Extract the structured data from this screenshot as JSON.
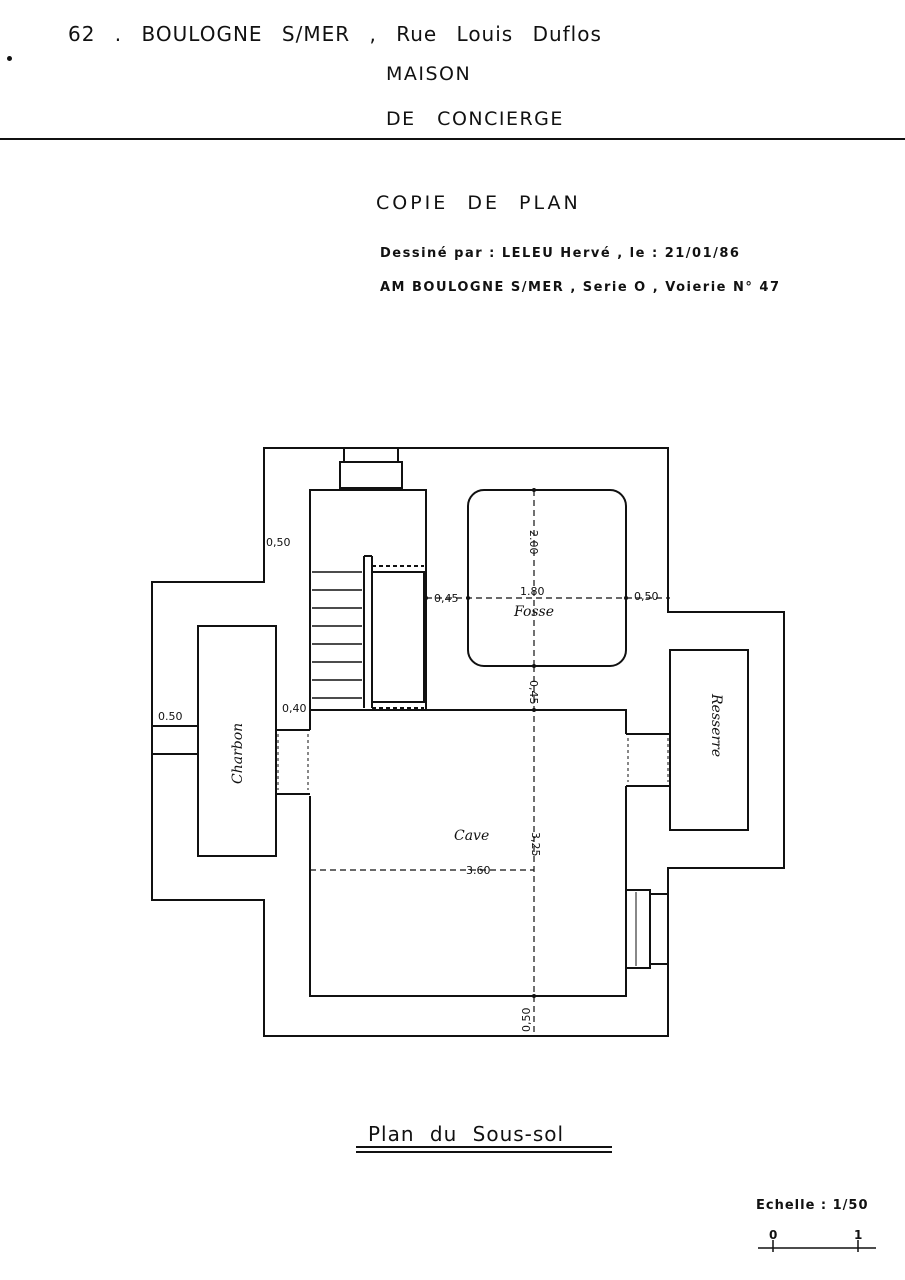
{
  "header": {
    "address": "62 . BOULOGNE S/MER , Rue Louis Duflos",
    "line2": "MAISON",
    "line3": "DE CONCIERGE"
  },
  "subheader": {
    "title": "COPIE DE PLAN",
    "drawn_by": "Dessiné par : LELEU Hervé , le : 21/01/86",
    "archive_ref": "AM BOULOGNE S/MER , Serie O , Voierie N° 47"
  },
  "plan": {
    "rooms": {
      "fosse": "Fosse",
      "cave": "Cave",
      "charbon": "Charbon",
      "resserre": "Resserre"
    },
    "dimensions": {
      "wall_top_left": "0,50",
      "wall_left": "0.50",
      "wall_inner_left": "0,40",
      "fosse_left": "0,45",
      "fosse_width": "1.80",
      "fosse_right": "0,50",
      "fosse_height": "2.00",
      "fosse_cave_gap": "0,45",
      "cave_width": "3.60",
      "cave_height": "3,25",
      "wall_bottom": "0,50"
    },
    "title": "Plan du Sous-sol"
  },
  "scale": {
    "label": "Echelle : 1/50",
    "tick_start": "0",
    "tick_end": "1"
  }
}
